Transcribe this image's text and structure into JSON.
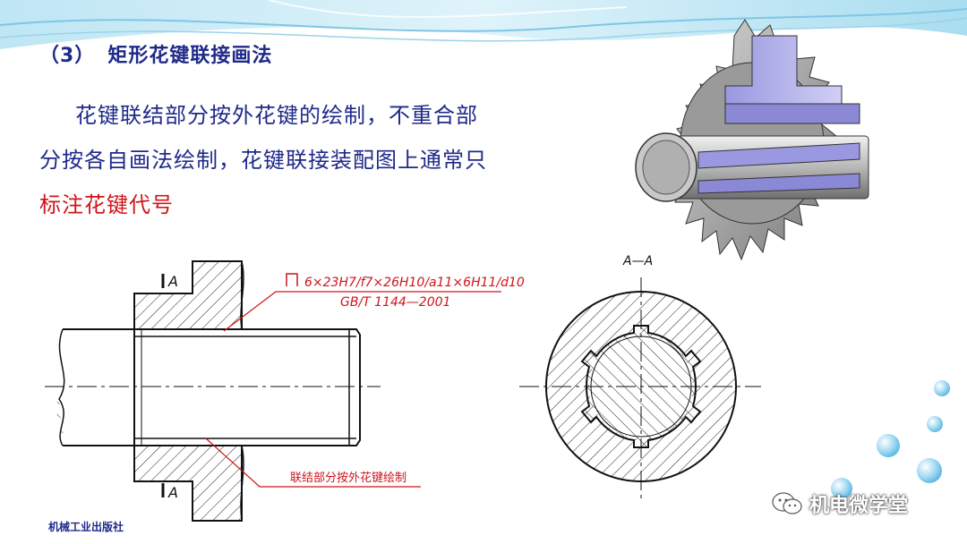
{
  "slide": {
    "section_number": "（3）",
    "section_title": "矩形花键联接画法",
    "paragraph_line1": "花键联结部分按外花键的绘制，不重合部",
    "paragraph_line2": "分按各自画法绘制，花键联接装配图上通常只",
    "paragraph_highlight": "标注花键代号",
    "accent_color": "#d0141a",
    "text_color": "#1f2a8a"
  },
  "drawing": {
    "spline_code": "6×23H7/f7×26H10/a11×6H11/d10",
    "standard": "GB/T 1144—2001",
    "annotation": "联结部分按外花键绘制",
    "section_letter_top": "A",
    "section_letter_bottom": "A",
    "section_view_label": "A—A"
  },
  "footer": {
    "publisher": "机械工业出版社",
    "watermark": "机电微学堂",
    "watermark_icon": "wechat-icon"
  }
}
